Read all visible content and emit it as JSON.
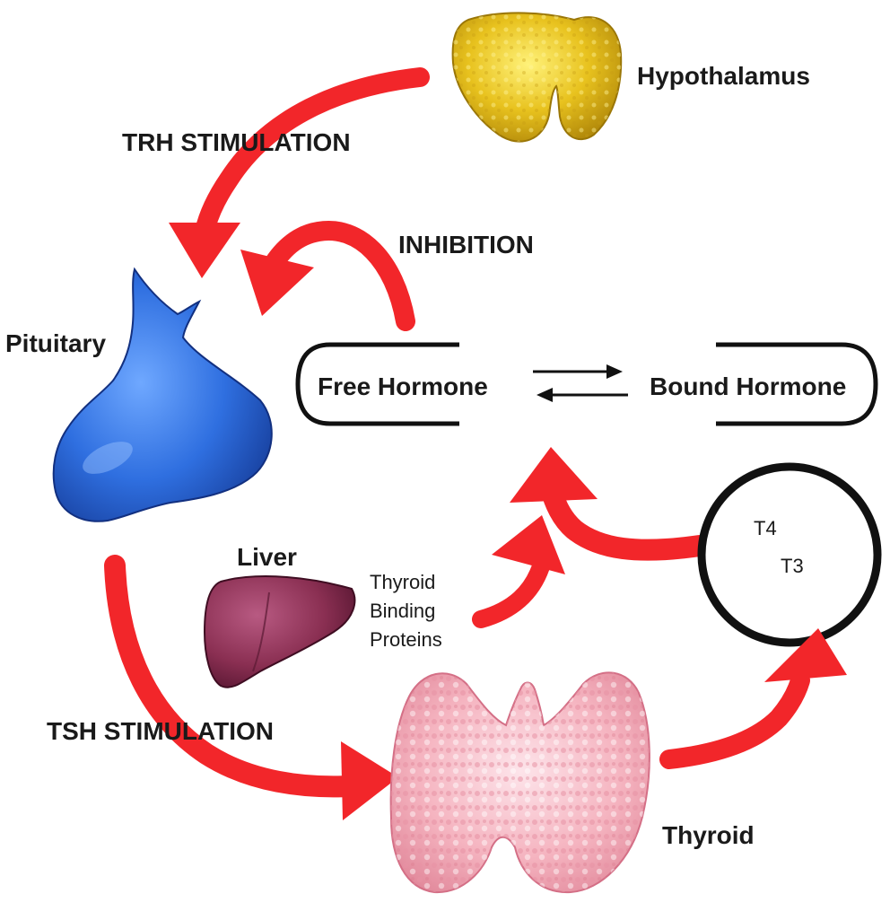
{
  "labels": {
    "hypothalamus": "Hypothalamus",
    "trh_stimulation": "TRH STIMULATION",
    "inhibition": "INHIBITION",
    "pituitary": "Pituitary",
    "free_hormone": "Free Hormone",
    "bound_hormone": "Bound Hormone",
    "liver": "Liver",
    "binding_proteins": [
      "Thyroid",
      "Binding",
      "Proteins"
    ],
    "t4": "T4",
    "t3": "T3",
    "tsh_stimulation": "TSH STIMULATION",
    "thyroid": "Thyroid"
  },
  "colors": {
    "arrow": "#f2262a",
    "hypothalamus": "#e8c21e",
    "pituitary": "#2f6fe0",
    "liver": "#8a2f52",
    "thyroid": "#f5b4c0",
    "outline": "#111111"
  },
  "icons": [
    "hypothalamus-organ",
    "pituitary-gland",
    "liver-organ",
    "thyroid-gland",
    "hormone-circle",
    "equilibrium-arrows"
  ]
}
